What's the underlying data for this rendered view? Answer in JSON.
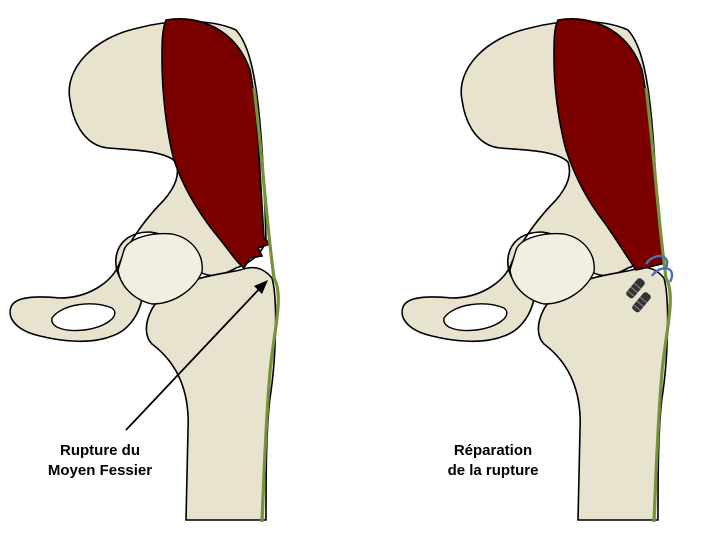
{
  "colors": {
    "bone": "#e8e3cf",
    "bone_outline": "#000000",
    "femoral_head": "#f2efe2",
    "muscle": "#7a0000",
    "fascia": "#76923c",
    "anchor": "#333333",
    "suture": "#4f6fb3"
  },
  "panels": [
    {
      "caption": [
        "Rupture du",
        "Moyen Fessier"
      ],
      "shows": "torn gluteus medius tendon"
    },
    {
      "caption": [
        "Réparation",
        "de la rupture"
      ],
      "shows": "tendon reattached with suture anchors"
    }
  ],
  "icons": [
    "arrow-icon",
    "suture-anchor-icon"
  ]
}
